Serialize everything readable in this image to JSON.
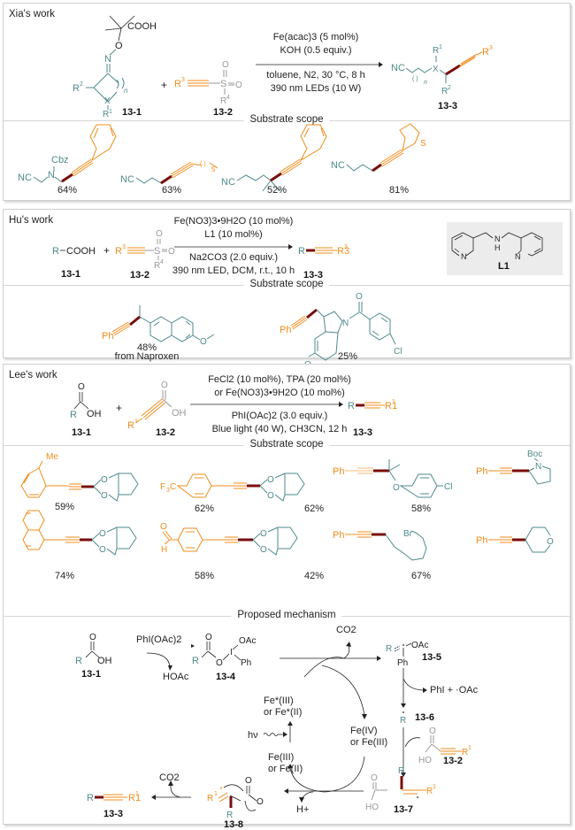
{
  "colors": {
    "teal": "#4f8a8b",
    "orange": "#f08c1c",
    "dark_red": "#7a0c0c",
    "gray": "#999999",
    "text": "#222222"
  },
  "xia": {
    "title": "Xia's work",
    "reactant1": {
      "label": "13-1",
      "group": "COOH",
      "atoms": [
        "O",
        "N",
        "R2",
        "X",
        "R1",
        "n"
      ]
    },
    "reactant2": {
      "label": "13-2",
      "atoms": [
        "R3",
        "S",
        "O",
        "O",
        "R4"
      ]
    },
    "plus": "+",
    "conditions_above": [
      "Fe(acac)3 (5 mol%)",
      "KOH (0.5 equiv.)"
    ],
    "conditions_below": [
      "toluene, N2, 30 °C, 8 h",
      "390 nm LEDs (10 W)"
    ],
    "product": {
      "label": "13-3",
      "atoms": [
        "NC",
        "X",
        "R1",
        "R2",
        "R3",
        "n"
      ]
    },
    "scope_title": "Substrate scope",
    "scope": [
      {
        "name": "Cbz-aminoacetonitrile alkyne",
        "labels": [
          "Cbz",
          "NC",
          "N"
        ],
        "yield": "64%"
      },
      {
        "name": "nitrile dodecyne",
        "labels": [
          "NC",
          "5"
        ],
        "yield": "63%"
      },
      {
        "name": "gem-dimethyl nitrile phenylalkyne",
        "labels": [
          "NC"
        ],
        "yield": "52%"
      },
      {
        "name": "thienyl alkyne nitrile",
        "labels": [
          "NC",
          "S"
        ],
        "yield": "81%"
      }
    ]
  },
  "hu": {
    "title": "Hu's work",
    "reactant1": {
      "label": "13-1",
      "text_r": "R",
      "text_group": "COOH"
    },
    "reactant2": {
      "label": "13-2",
      "atoms": [
        "R3",
        "S",
        "O",
        "O",
        "R4"
      ]
    },
    "plus": "+",
    "conditions_above": [
      "Fe(NO3)3•9H2O (10 mol%)",
      "L1 (10 mol%)"
    ],
    "conditions_below": [
      "Na2CO3 (2.0 equiv.)",
      "390 nm LED, DCM, r.t., 10 h"
    ],
    "product": {
      "label": "13-3",
      "r": "R",
      "r3": "R3"
    },
    "ligand": {
      "label": "L1",
      "atoms": [
        "N",
        "H",
        "N",
        "N"
      ]
    },
    "scope_title": "Substrate scope",
    "scope": [
      {
        "name": "naproxen-derived alkyne",
        "labels": [
          "Ph",
          "O"
        ],
        "yield": "48%",
        "note": "from Naproxen"
      },
      {
        "name": "indomethacin-derived alkyne",
        "labels": [
          "Ph",
          "N",
          "O",
          "O",
          "Cl"
        ],
        "yield": "25%"
      }
    ]
  },
  "lee": {
    "title": "Lee's work",
    "reactant1": {
      "label": "13-1",
      "atoms": [
        "O",
        "R",
        "OH"
      ]
    },
    "reactant2": {
      "label": "13-2",
      "atoms": [
        "O",
        "OH",
        "R1"
      ]
    },
    "plus": "+",
    "conditions_above": [
      "FeCl2 (10 mol%), TPA (20 mol%)",
      "or Fe(NO3)3•9H2O (10 mol%)"
    ],
    "conditions_below": [
      "PhI(OAc)2 (3.0 equiv.)",
      "Blue light (40 W), CH3CN, 12 h"
    ],
    "product": {
      "label": "13-3",
      "r": "R",
      "r1": "R1"
    },
    "scope_title": "Substrate scope",
    "scope": [
      {
        "name": "o-tolyl benzodioxinyl alkyne",
        "labels": [
          "Me",
          "O",
          "O"
        ],
        "yield": "59%"
      },
      {
        "name": "CF3-aryl benzodioxinyl alkyne",
        "labels": [
          "F3C",
          "O",
          "O"
        ],
        "yield": "62%"
      },
      {
        "name": "aryloxy tertiary alkyne",
        "labels": [
          "Ph",
          "O",
          "Cl"
        ],
        "yield": "62%"
      },
      {
        "name": "Boc-pyrrolidinyl alkyne",
        "labels": [
          "Ph",
          "Boc",
          "N"
        ],
        "yield": "58%"
      },
      {
        "name": "naphthyl benzodioxinyl alkyne",
        "labels": [
          "O",
          "O"
        ],
        "yield": "74%"
      },
      {
        "name": "formylaryl benzodioxinyl alkyne",
        "labels": [
          "O",
          "H",
          "O",
          "O"
        ],
        "yield": "58%"
      },
      {
        "name": "bromoalkyl alkyne",
        "labels": [
          "Ph",
          "Br"
        ],
        "yield": "42%"
      },
      {
        "name": "tetrahydropyranyl alkyne",
        "labels": [
          "Ph",
          "O"
        ],
        "yield": "67%"
      }
    ],
    "mechanism_title": "Proposed mechanism",
    "mechanism": {
      "m13_1": {
        "label": "13-1",
        "atoms": [
          "O",
          "R",
          "OH"
        ]
      },
      "reagent": "PhI(OAc)2",
      "byproduct": "HOAc",
      "m13_4": {
        "label": "13-4",
        "atoms": [
          "O",
          "R",
          "O",
          "I",
          "OAc",
          "Ph"
        ]
      },
      "co2_top": "CO2",
      "m13_5": {
        "label": "13-5",
        "atoms": [
          "R",
          "I",
          "OAc",
          "Ph"
        ]
      },
      "release": "PhI + ·OAc",
      "m13_6": {
        "label": "13-6",
        "atoms": [
          "R"
        ]
      },
      "m13_2": {
        "label": "13-2",
        "atoms": [
          "O",
          "HO",
          "R1"
        ]
      },
      "m13_7": {
        "label": "13-7",
        "atoms": [
          "O",
          "HO",
          "R",
          "R1"
        ]
      },
      "fe_excited": [
        "Fe*(III)",
        "or Fe*(II)"
      ],
      "hv": "hν",
      "fe_high": [
        "Fe(IV)",
        "or Fe(III)"
      ],
      "fe_ground": [
        "Fe(III)",
        "or Fe(II)"
      ],
      "proton": "H+",
      "m13_8": {
        "label": "13-8",
        "atoms": [
          "R1",
          "+",
          "R",
          "O",
          "O"
        ]
      },
      "co2_bottom": "CO2",
      "m13_3": {
        "label": "13-3",
        "r": "R",
        "r1": "R1"
      }
    }
  }
}
